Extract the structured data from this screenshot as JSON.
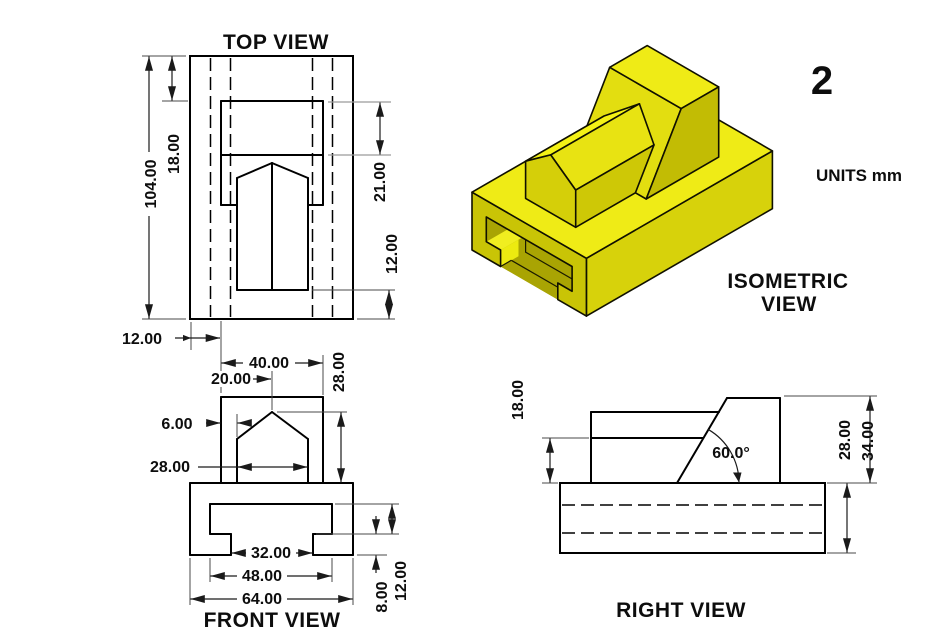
{
  "sheet": {
    "number": "2",
    "units_label": "UNITS mm"
  },
  "views": {
    "top": {
      "title": "TOP VIEW",
      "dims": {
        "overall_depth": "104.00",
        "block_back_offset": "18.00",
        "top_face_depth": "21.00",
        "prism_front_offset": "12.00",
        "block_left_offset": "12.00"
      }
    },
    "front": {
      "title": "FRONT VIEW",
      "dims": {
        "block_width": "40.00",
        "ridge_offset": "20.00",
        "ridge_height": "28.00",
        "eave_gap": "6.00",
        "prism_width": "28.00",
        "slot_opening_width": "32.00",
        "slot_cavity_width": "48.00",
        "overall_width": "64.00",
        "slot_cavity_height": "12.00",
        "slot_opening_height": "8.00"
      }
    },
    "right": {
      "title": "RIGHT VIEW",
      "dims": {
        "wall_height": "18.00",
        "base_height": "28.00",
        "block_height": "34.00",
        "slope_angle": "60.0°"
      }
    },
    "iso": {
      "title_line1": "ISOMETRIC",
      "title_line2": "VIEW"
    }
  },
  "colors": {
    "part_yellow_bright": "#efeb16",
    "part_yellow_medium": "#d7d20b",
    "part_yellow_dark": "#c9c406",
    "slot_interior": "#a9a403",
    "line_black": "#000000"
  }
}
